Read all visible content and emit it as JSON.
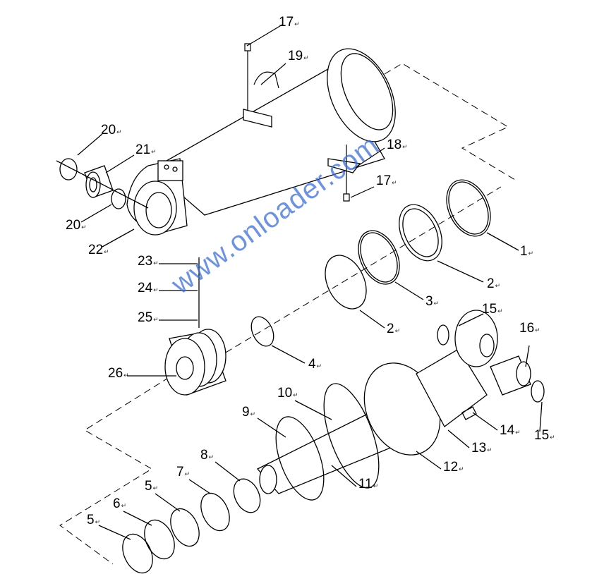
{
  "title": "Hydraulic cylinder exploded parts diagram",
  "watermark": "www.onloader.com",
  "labels": {
    "l17a": "17",
    "l19": "19",
    "l20a": "20",
    "l21": "21",
    "l20b": "20",
    "l22": "22",
    "l23": "23",
    "l24": "24",
    "l25": "25",
    "l26": "26",
    "l18": "18",
    "l17b": "17",
    "l1": "1",
    "l2a": "2",
    "l3": "3",
    "l2b": "2",
    "l4": "4",
    "l15a": "15",
    "l16": "16",
    "l15b": "15",
    "l14": "14",
    "l13": "13",
    "l12": "12",
    "l11": "11",
    "l10": "10",
    "l9": "9",
    "l8": "8",
    "l7": "7",
    "l5a": "5",
    "l6": "6",
    "l5b": "5"
  }
}
